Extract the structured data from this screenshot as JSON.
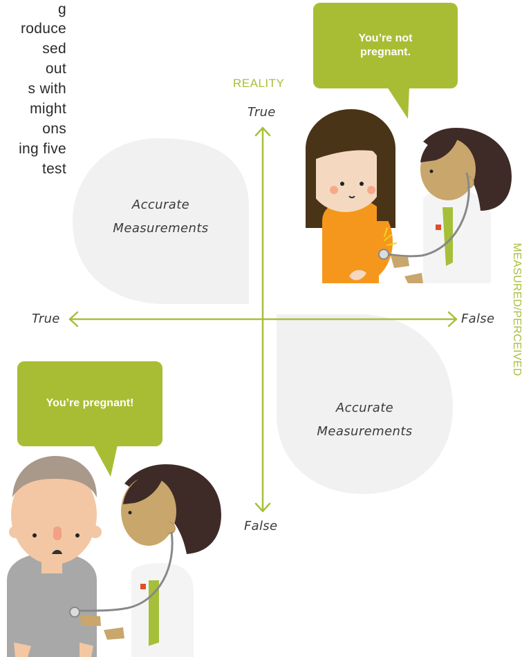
{
  "intro_text": {
    "lines": [
      "g",
      "roduce",
      "sed",
      "out",
      "s with",
      "might",
      "ons",
      "ing five",
      "test"
    ]
  },
  "axes": {
    "vertical_title": "REALITY",
    "horizontal_title": "MEASURED/PERCEIVED",
    "top_label": "True",
    "bottom_label": "False",
    "left_label": "True",
    "right_label": "False"
  },
  "quadrants": {
    "top_left": [
      "Accurate",
      "Measurements"
    ],
    "bottom_right": [
      "Accurate",
      "Measurements"
    ]
  },
  "speech_bubbles": {
    "top_right": [
      "You’re not",
      "pregnant."
    ],
    "bottom_left": "You’re pregnant!"
  },
  "colors": {
    "accent_green": "#a6bf3a",
    "bubble_green": "#a9bd34",
    "blob_gray": "#f1f1f1",
    "hair_brown": "#4a3418",
    "shirt_orange": "#f5971d",
    "doctor_skin": "#c9a66b",
    "patient_skin": "#f3c7a3"
  }
}
